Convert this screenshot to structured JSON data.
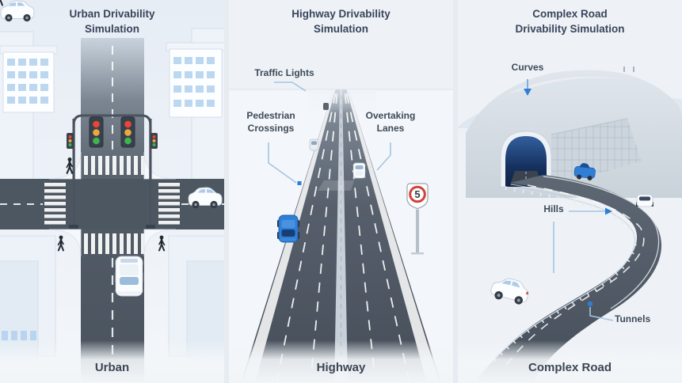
{
  "urban": {
    "title": "Urban Drivability Simulation",
    "caption": "Urban"
  },
  "highway": {
    "title": "Highway Drivability Simulation",
    "caption": "Highway",
    "labels": {
      "traffic_lights": "Traffic Lights",
      "pedestrian_crossings": "Pedestrian Crossings",
      "overtaking_lanes": "Overtaking Lanes"
    },
    "speed_limit_sign": "5"
  },
  "complex_road": {
    "title": "Complex Road Drivability Simulation",
    "caption": "Complex Road",
    "labels": {
      "curves": "Curves",
      "hills": "Hills",
      "tunnels": "Tunnels"
    }
  },
  "colors": {
    "accent_blue": "#2e7ed5",
    "callout_line": "#a5c4e2",
    "text_dark": "#39455a",
    "road_dark": "#4a535f",
    "sign_red": "#d2413a",
    "traffic_red": "#e8463a",
    "traffic_yellow": "#eda73c",
    "traffic_green": "#41b254",
    "window_blue": "#bcd7f0",
    "car_blue": "#2f7fd6",
    "tunnel_navy": "#12294f"
  }
}
